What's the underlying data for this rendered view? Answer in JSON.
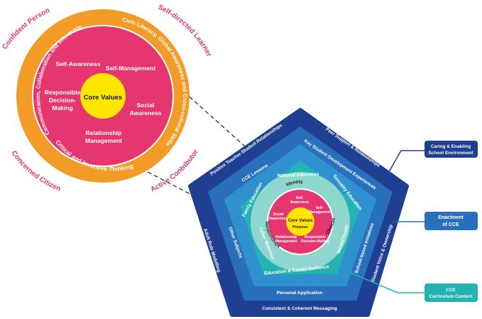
{
  "colors": {
    "orange": "#f29b26",
    "magenta": "#e5366f",
    "yellow": "#ffe500",
    "pink_text": "#e5366f",
    "navy": "#1f3f93",
    "blue_mid": "#2a6fbb",
    "blue_light": "#2f92cf",
    "teal": "#23b3b3",
    "teal_light": "#8fd6cf",
    "white": "#ffffff"
  },
  "left_diagram": {
    "outcomes": {
      "confident_person": "Confident Person",
      "self_directed_learner": "Self-directed Learner",
      "concerned_citizen": "Concerned Citizen",
      "active_contributor": "Active Contributor"
    },
    "competencies": {
      "communication": "Communication, Collaboration and Information Skills",
      "civic_literacy": "Civic Literacy, Global Awareness and Cross-cultural Skills",
      "critical_thinking": "Critical and Inventive Thinking"
    },
    "sel": {
      "self_awareness": "Self-Awareness",
      "self_management": "Self-Management",
      "responsible_1": "Responsible",
      "responsible_2": "Decision-",
      "responsible_3": "Making",
      "social_1": "Social",
      "social_2": "Awareness",
      "relationship_1": "Relationship",
      "relationship_2": "Management"
    },
    "core": "Core Values"
  },
  "right_diagram": {
    "outer_ring": {
      "positive_relationships": "Positive Teacher-Student Relationships",
      "peer_support": "Peer Support & Relationships",
      "adult_role_modelling": "Adult Role Modelling",
      "student_voice": "Student Voice & Ownership",
      "consistent_messaging": "Consistent & Coherent Messaging"
    },
    "second_ring": {
      "cce_lessons": "CCE Lessons",
      "key_experiences": "Key Student Development Experiences",
      "other_subjects": "Other Subjects",
      "school_initiatives": "School-based Initiatives",
      "personal_application": "Personal Application"
    },
    "third_ring": {
      "national_education": "National Education",
      "sexuality_education": "Sexuality Education",
      "family_education": "Family Education",
      "mental_health": "Mental Health",
      "cyber_wellness": "Cyber Wellness",
      "career_guidance": "Education & Career Guidance"
    },
    "inner_ring": {
      "identity": "Identity",
      "relationships": "Relationships",
      "choices": "Choices"
    },
    "sel_ring": {
      "self_awareness_1": "Self-",
      "self_awareness_2": "Awareness",
      "self_management_1": "Self-",
      "self_management_2": "Management",
      "social_awareness_1": "Social",
      "social_awareness_2": "Awareness",
      "relationship_1": "Relationship",
      "relationship_2": "Management",
      "responsible_1": "Responsible",
      "responsible_2": "Decision-Making"
    },
    "core": "Core Values",
    "purpose": "Purpose"
  },
  "callouts": {
    "caring_1": "Caring & Enabling",
    "caring_2": "School Environment",
    "enactment_1": "Enactment",
    "enactment_2": "of CCE",
    "cce_1": "CCE",
    "cce_2": "Curriculum Content"
  }
}
